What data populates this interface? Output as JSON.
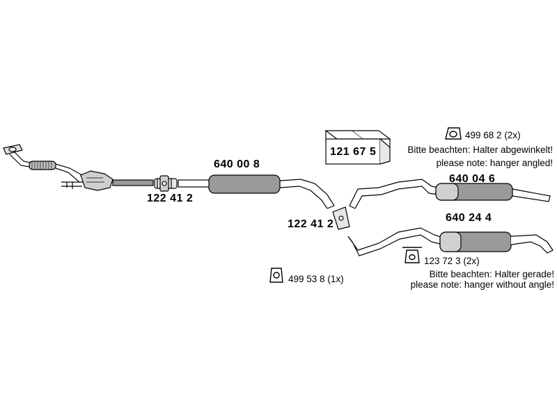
{
  "parts": {
    "clamp_a": "122 41 2",
    "mid_silencer": "640 00 8",
    "clamp_b": "122 41 2",
    "kit_box": "121 67 5",
    "hanger_angled": "499 68 2",
    "hanger_angled_qty": "(2x)",
    "rear_silencer_a": "640 04 6",
    "rear_silencer_b": "640 24 4",
    "hanger_straight": "123 72 3",
    "hanger_straight_qty": "(2x)",
    "hanger_mid": "499 53 8",
    "hanger_mid_qty": "(1x)"
  },
  "notes": {
    "angled_de": "Bitte beachten: Halter abgewinkelt!",
    "angled_en": "please note: hanger angled!",
    "straight_de": "Bitte beachten: Halter gerade!",
    "straight_en": "please note: hanger without angle!"
  },
  "colors": {
    "line": "#000000",
    "fill_light": "#dcdcdc",
    "fill_dark": "#8a8a8a"
  }
}
